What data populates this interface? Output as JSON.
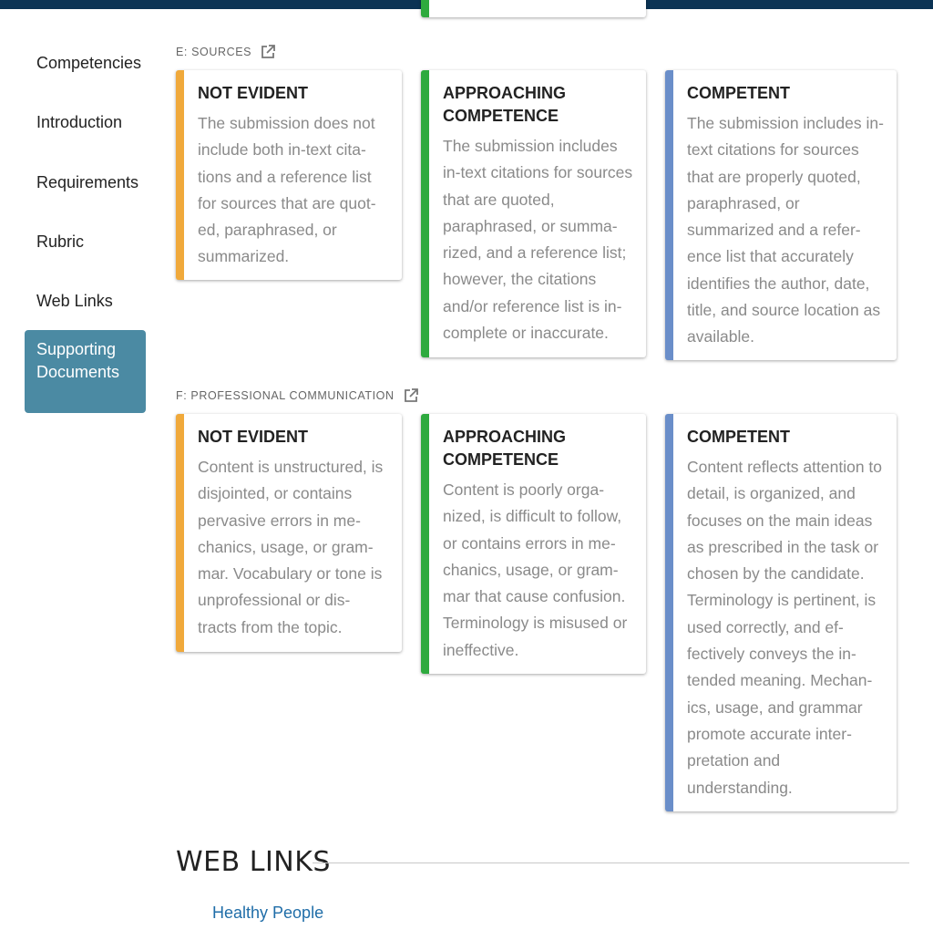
{
  "sidebar": {
    "items": [
      {
        "label": "Competencies"
      },
      {
        "label": "Introduction"
      },
      {
        "label": "Requirements"
      },
      {
        "label": "Rubric"
      },
      {
        "label": "Web Links"
      },
      {
        "label": "Supporting Documents",
        "active": true
      }
    ]
  },
  "sections": [
    {
      "label": "E: SOURCES",
      "icon": "external-link-icon",
      "cards": [
        {
          "level": "NOT EVIDENT",
          "color": "#f0a93b",
          "text": "The submission does not include both in-text cita- tions and a reference list for sources that are quot- ed, paraphrased, or summarized."
        },
        {
          "level": "APPROACHING COMPETENCE",
          "color": "#2eaa3e",
          "text": "The submission includes in-text citations for sources that are quoted, paraphrased, or summa- rized, and a reference list; however, the citations and/or reference list is in- complete or inaccurate."
        },
        {
          "level": "COMPETENT",
          "color": "#6a8ec9",
          "text": "The submission includes in-text citations for sources that are properly quoted, paraphrased, or summarized and a refer- ence list that accurately identifies the author, date, title, and source location as available."
        }
      ]
    },
    {
      "label": "F: PROFESSIONAL COMMUNICATION",
      "icon": "external-link-icon",
      "cards": [
        {
          "level": "NOT EVIDENT",
          "color": "#f0a93b",
          "text": "Content is unstructured, is disjointed, or contains pervasive errors in me- chanics, usage, or gram- mar. Vocabulary or tone is unprofessional or dis- tracts from the topic."
        },
        {
          "level": "APPROACHING COMPETENCE",
          "color": "#2eaa3e",
          "text": "Content is poorly orga- nized, is difficult to follow, or contains errors in me- chanics, usage, or gram- mar that cause confusion. Terminology is misused or ineffective."
        },
        {
          "level": "COMPETENT",
          "color": "#6a8ec9",
          "text": "Content reflects attention to detail, is organized, and focuses on the main ideas as prescribed in the task or chosen by the candidate. Terminology is pertinent, is used correctly, and ef- fectively conveys the in- tended meaning. Mechan- ics, usage, and grammar promote accurate inter- pretation and understanding."
        }
      ]
    }
  ],
  "web_links": {
    "heading": "WEB LINKS",
    "links": [
      {
        "label": "Healthy People"
      }
    ]
  }
}
